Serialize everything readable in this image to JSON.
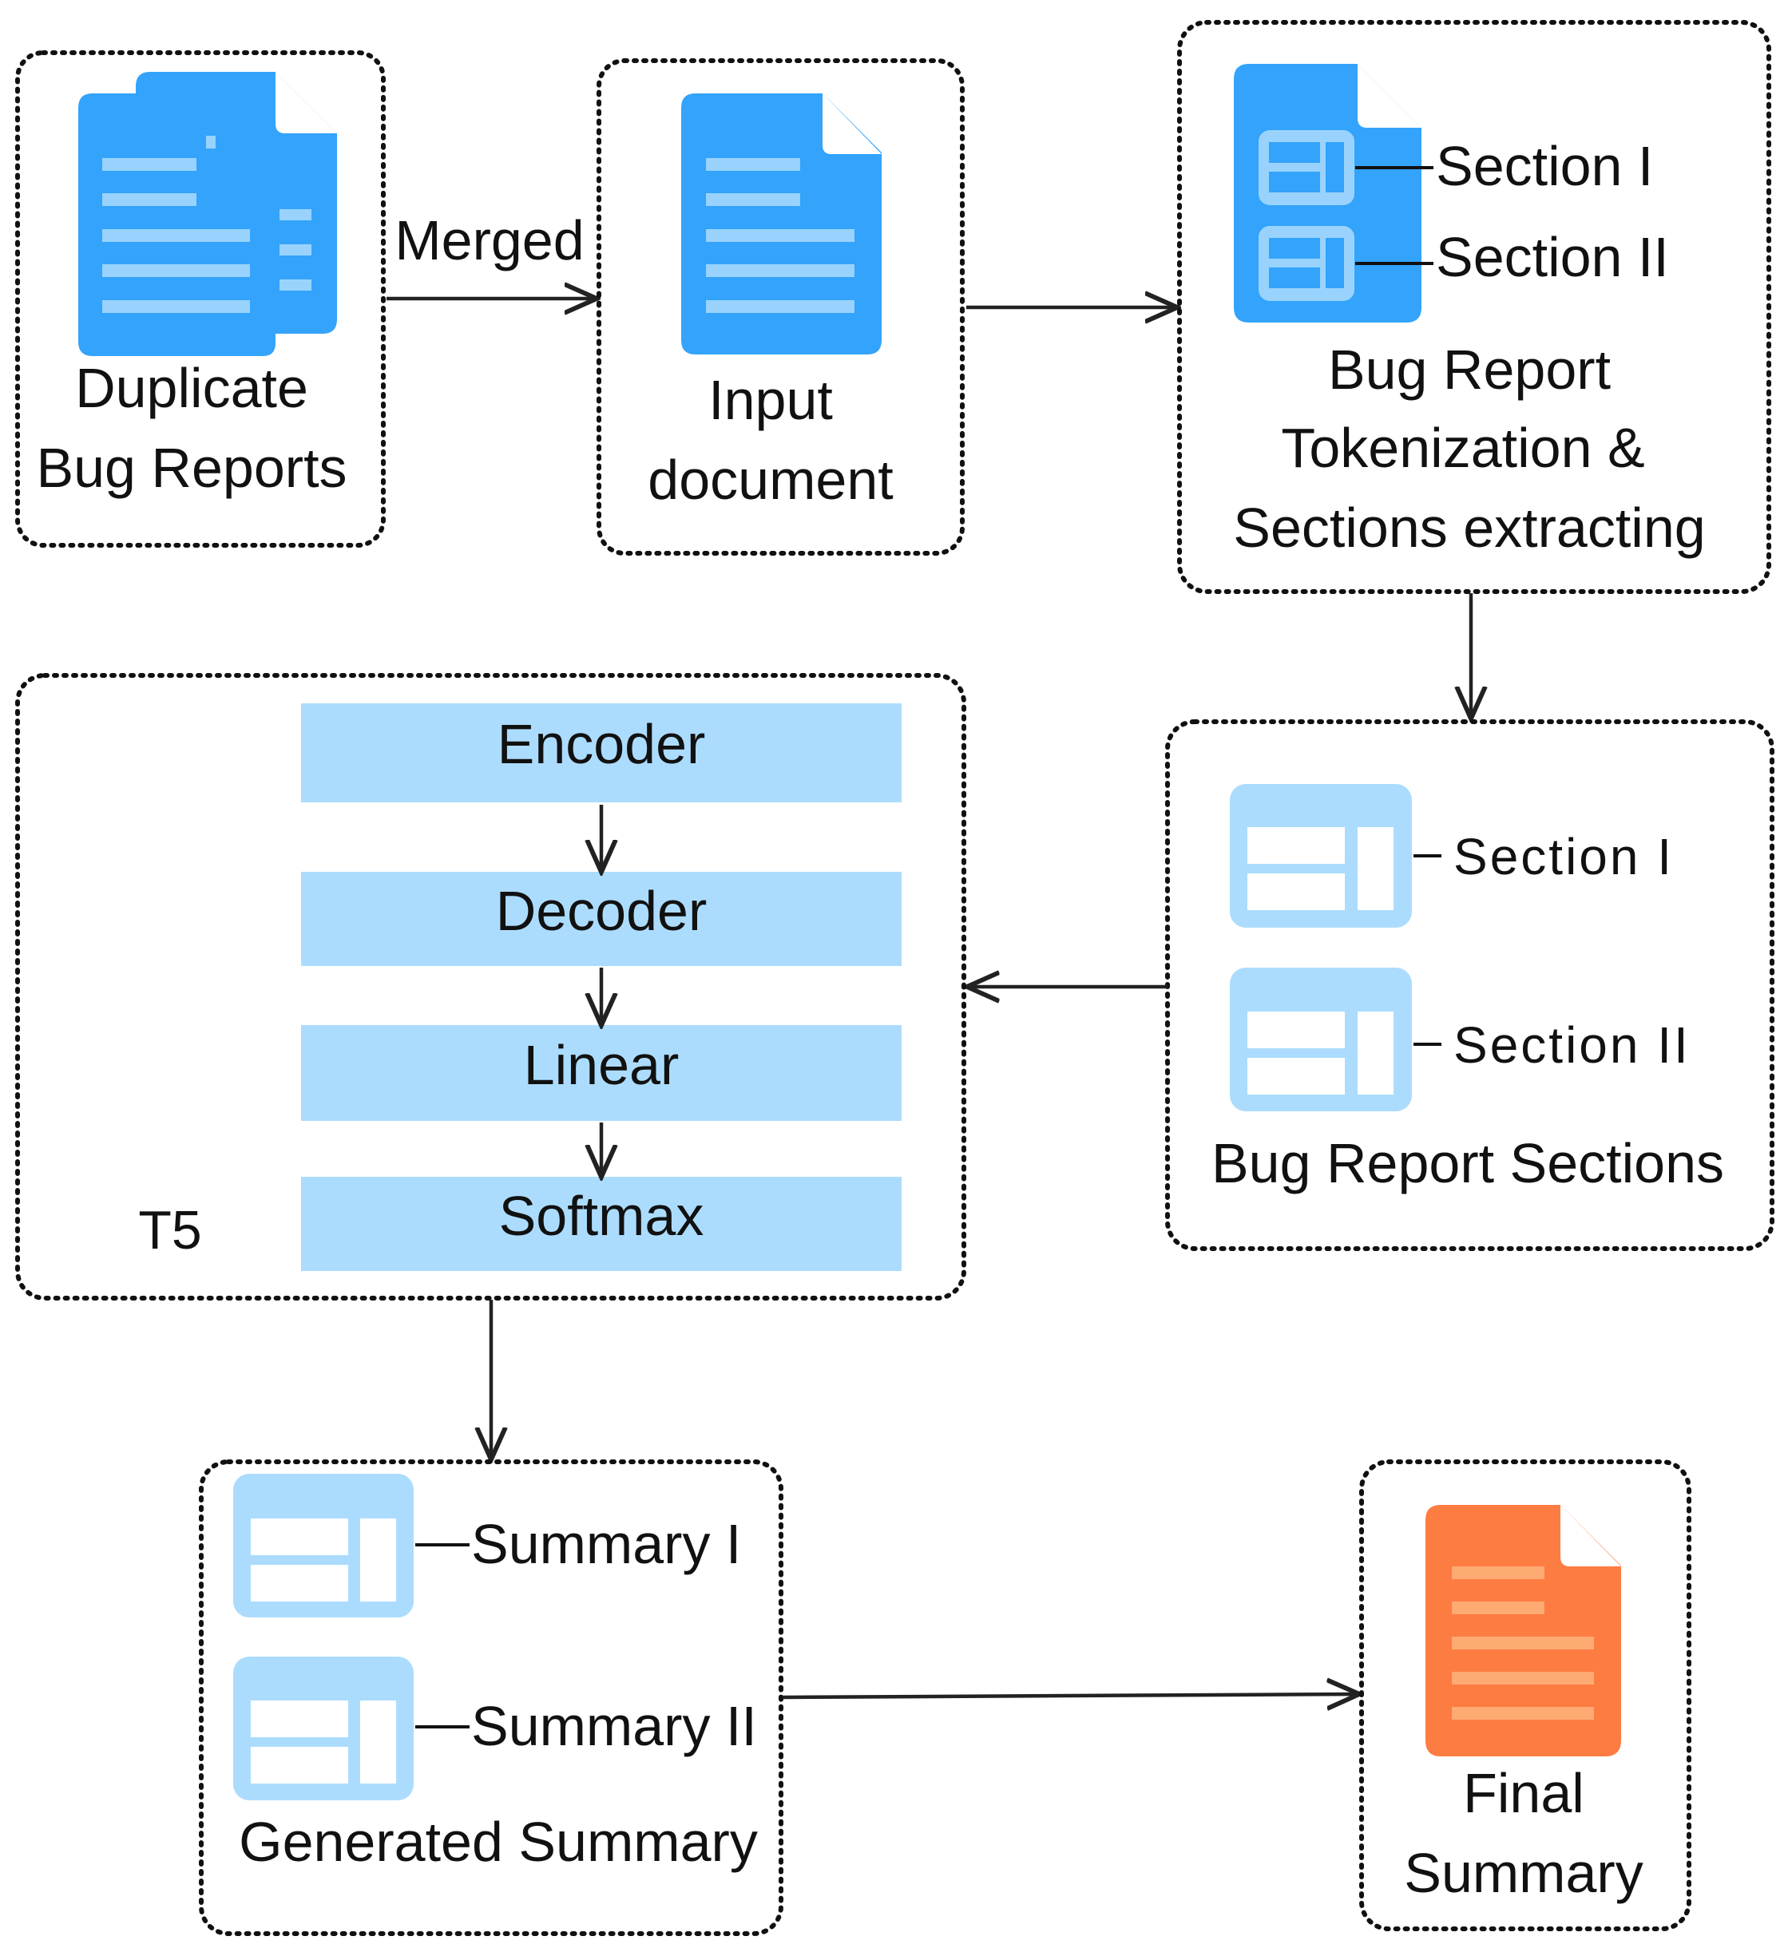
{
  "colors": {
    "doc_blue": "#33a3fb",
    "doc_lines": "#99d3fd",
    "light_blue": "#acdcfd",
    "orange": "#fd7c42",
    "orange_lines": "#fdaa73",
    "border": "#111111"
  },
  "icons": {
    "stacked_docs": "duplicate-documents-icon",
    "document": "document-icon",
    "sectioned_document": "sectioned-document-icon",
    "section": "section-layout-icon",
    "final_document": "final-document-icon"
  },
  "duplicate_bug_reports": {
    "line1": "Duplicate",
    "line2": "Bug Reports"
  },
  "merged_label": "Merged",
  "input_document": {
    "line1": "Input",
    "line2": "document"
  },
  "tokenization": {
    "section1": "Section I",
    "section2": "Section II",
    "line1": "Bug Report",
    "line2": "Tokenization &",
    "line3": "Sections extracting"
  },
  "bug_report_sections": {
    "section1": "Section I",
    "section2": "Section II",
    "caption": "Bug Report Sections"
  },
  "t5": {
    "label": "T5",
    "layers": [
      "Encoder",
      "Decoder",
      "Linear",
      "Softmax"
    ]
  },
  "generated_summary": {
    "summary1": "Summary I",
    "summary2": "Summary II",
    "caption": "Generated Summary"
  },
  "final_summary": {
    "line1": "Final",
    "line2": "Summary"
  }
}
